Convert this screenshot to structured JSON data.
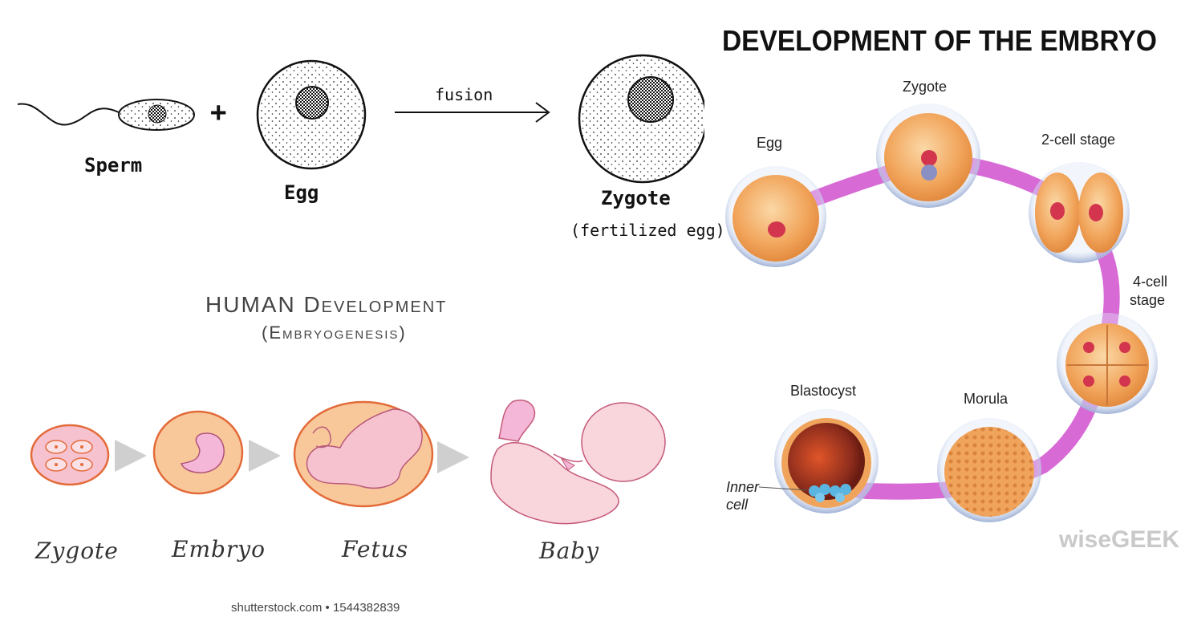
{
  "fertilization": {
    "sperm_label": "Sperm",
    "plus_sign": "+",
    "egg_label": "Egg",
    "arrow_label": "fusion",
    "zygote_label": "Zygote",
    "zygote_sublabel": "(fertilized egg)"
  },
  "human_development": {
    "title": "HUMAN Development",
    "subtitle": "(Embryogenesis)",
    "stages": [
      "Zygote",
      "Embryo",
      "Fetus",
      "Baby"
    ],
    "footer": "shutterstock.com • 1544382839"
  },
  "embryo_cycle": {
    "title": "DEVELOPMENT OF THE EMBRYO",
    "stages": {
      "egg": "Egg",
      "zygote": "Zygote",
      "two_cell": "2-cell stage",
      "four_cell_line1": "4-cell",
      "four_cell_line2": "stage",
      "morula": "Morula",
      "blastocyst": "Blastocyst",
      "inner_cell_line1": "Inner",
      "inner_cell_line2": "cell"
    },
    "watermark": "wiseGEEK"
  },
  "colors": {
    "ring": "#d86ad6",
    "cell_orange": "#f1a45a",
    "nucleus": "#d2354d",
    "embryo_pink": "#f7c2cf",
    "embryo_outline": "#e36b3a"
  }
}
